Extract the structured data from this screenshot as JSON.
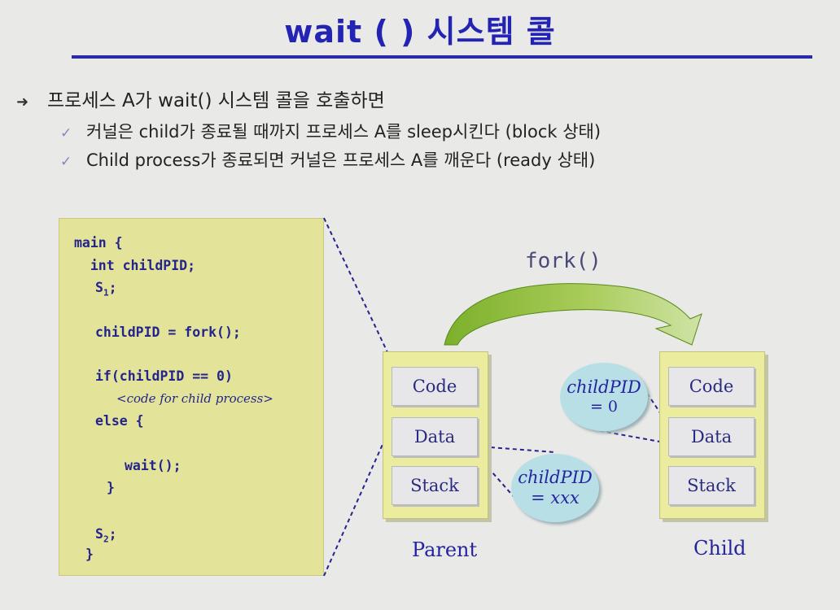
{
  "slide": {
    "title": "wait ( ) 시스템 콜",
    "bullet": "프로세스 A가 wait() 시스템 콜을 호출하면",
    "sub_bullets": [
      "커널은 child가 종료될 때까지 프로세스 A를 sleep시킨다 (block 상태)",
      "Child process가 종료되면 커널은 프로세스 A를 깨운다 (ready 상태)"
    ]
  },
  "code": {
    "line1": "main {",
    "line2": "  int childPID;",
    "line3_var": "S",
    "line3_sub": "1",
    "line3_end": ";",
    "line4": "childPID = fork();",
    "line5": "if(childPID == 0)",
    "comment": "<code for child process>",
    "line6": "else {",
    "line7": "wait();",
    "line8": "}",
    "line9_var": "S",
    "line9_sub": "2",
    "line9_end": ";",
    "line10": "}"
  },
  "diagram": {
    "fork_label": "fork()",
    "parent": {
      "name": "Parent",
      "segments": [
        "Code",
        "Data",
        "Stack"
      ],
      "var_name": "childPID",
      "var_value": "= xxx"
    },
    "child": {
      "name": "Child",
      "segments": [
        "Code",
        "Data",
        "Stack"
      ],
      "var_name": "childPID",
      "var_value": "= 0"
    }
  },
  "colors": {
    "title": "#2424b4",
    "code_bg": "#e3e49a",
    "arrow_green": "#6aa020",
    "bubble": "#b9dfe6"
  }
}
